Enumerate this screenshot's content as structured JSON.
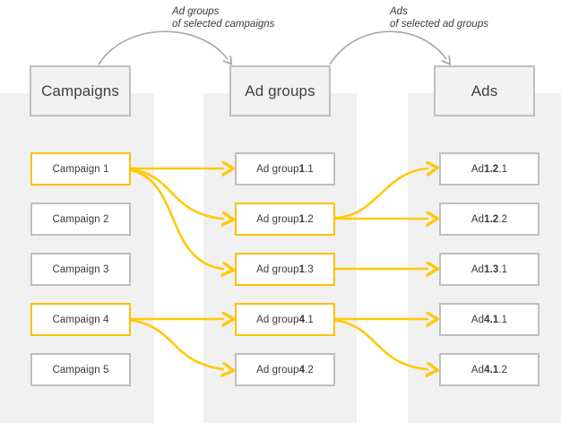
{
  "diagram": {
    "title_annotations": [
      {
        "name": "ad-groups-annotation",
        "line1": "Ad groups",
        "line2": "of selected campaigns"
      },
      {
        "name": "ads-annotation",
        "line1": "Ads",
        "line2": "of selected ad groups"
      }
    ],
    "colors": {
      "band": "#f1f1f1",
      "header_fill": "#f2f2f2",
      "border_gray": "#bfbfbf",
      "selected_yellow": "#ffc000",
      "connector_yellow": "#ffc907",
      "arrow_gray": "#a6a6a6",
      "text": "#3a3a3a",
      "background": "#ffffff"
    },
    "columns": [
      {
        "name": "campaigns",
        "header": "Campaigns",
        "nodes": [
          {
            "label": "Campaign 1",
            "prefix": "Campaign 1",
            "bold": "",
            "suffix": "",
            "selected": true
          },
          {
            "label": "Campaign 2",
            "prefix": "Campaign 2",
            "bold": "",
            "suffix": "",
            "selected": false
          },
          {
            "label": "Campaign 3",
            "prefix": "Campaign 3",
            "bold": "",
            "suffix": "",
            "selected": false
          },
          {
            "label": "Campaign 4",
            "prefix": "Campaign 4",
            "bold": "",
            "suffix": "",
            "selected": true
          },
          {
            "label": "Campaign 5",
            "prefix": "Campaign 5",
            "bold": "",
            "suffix": "",
            "selected": false
          }
        ]
      },
      {
        "name": "ad-groups",
        "header": "Ad groups",
        "nodes": [
          {
            "label": "Ad group 1.1",
            "prefix": "Ad group ",
            "bold": "1",
            "suffix": ".1",
            "selected": false
          },
          {
            "label": "Ad group 1.2",
            "prefix": "Ad group ",
            "bold": "1",
            "suffix": ".2",
            "selected": true
          },
          {
            "label": "Ad group 1.3",
            "prefix": "Ad group ",
            "bold": "1",
            "suffix": ".3",
            "selected": true
          },
          {
            "label": "Ad group 4.1",
            "prefix": "Ad group ",
            "bold": "4",
            "suffix": ".1",
            "selected": true
          },
          {
            "label": "Ad group 4.2",
            "prefix": "Ad group ",
            "bold": "4",
            "suffix": ".2",
            "selected": false
          }
        ]
      },
      {
        "name": "ads",
        "header": "Ads",
        "nodes": [
          {
            "label": "Ad 1.2.1",
            "prefix": "Ad ",
            "bold": "1.2",
            "suffix": ".1",
            "selected": false
          },
          {
            "label": "Ad 1.2.2",
            "prefix": "Ad ",
            "bold": "1.2",
            "suffix": ".2",
            "selected": false
          },
          {
            "label": "Ad 1.3.1",
            "prefix": "Ad ",
            "bold": "1.3",
            "suffix": ".1",
            "selected": false
          },
          {
            "label": "Ad 4.1.1",
            "prefix": "Ad ",
            "bold": "4.1",
            "suffix": ".1",
            "selected": false
          },
          {
            "label": "Ad 4.1.2",
            "prefix": "Ad ",
            "bold": "4.1",
            "suffix": ".2",
            "selected": false
          }
        ]
      }
    ],
    "connections": [
      {
        "from": "Campaign 1",
        "to": "Ad group 1.1"
      },
      {
        "from": "Campaign 1",
        "to": "Ad group 1.2"
      },
      {
        "from": "Campaign 1",
        "to": "Ad group 1.3"
      },
      {
        "from": "Campaign 4",
        "to": "Ad group 4.1"
      },
      {
        "from": "Campaign 4",
        "to": "Ad group 4.2"
      },
      {
        "from": "Ad group 1.2",
        "to": "Ad 1.2.1"
      },
      {
        "from": "Ad group 1.2",
        "to": "Ad 1.2.2"
      },
      {
        "from": "Ad group 1.3",
        "to": "Ad 1.3.1"
      },
      {
        "from": "Ad group 4.1",
        "to": "Ad 4.1.1"
      },
      {
        "from": "Ad group 4.1",
        "to": "Ad 4.1.2"
      }
    ]
  }
}
